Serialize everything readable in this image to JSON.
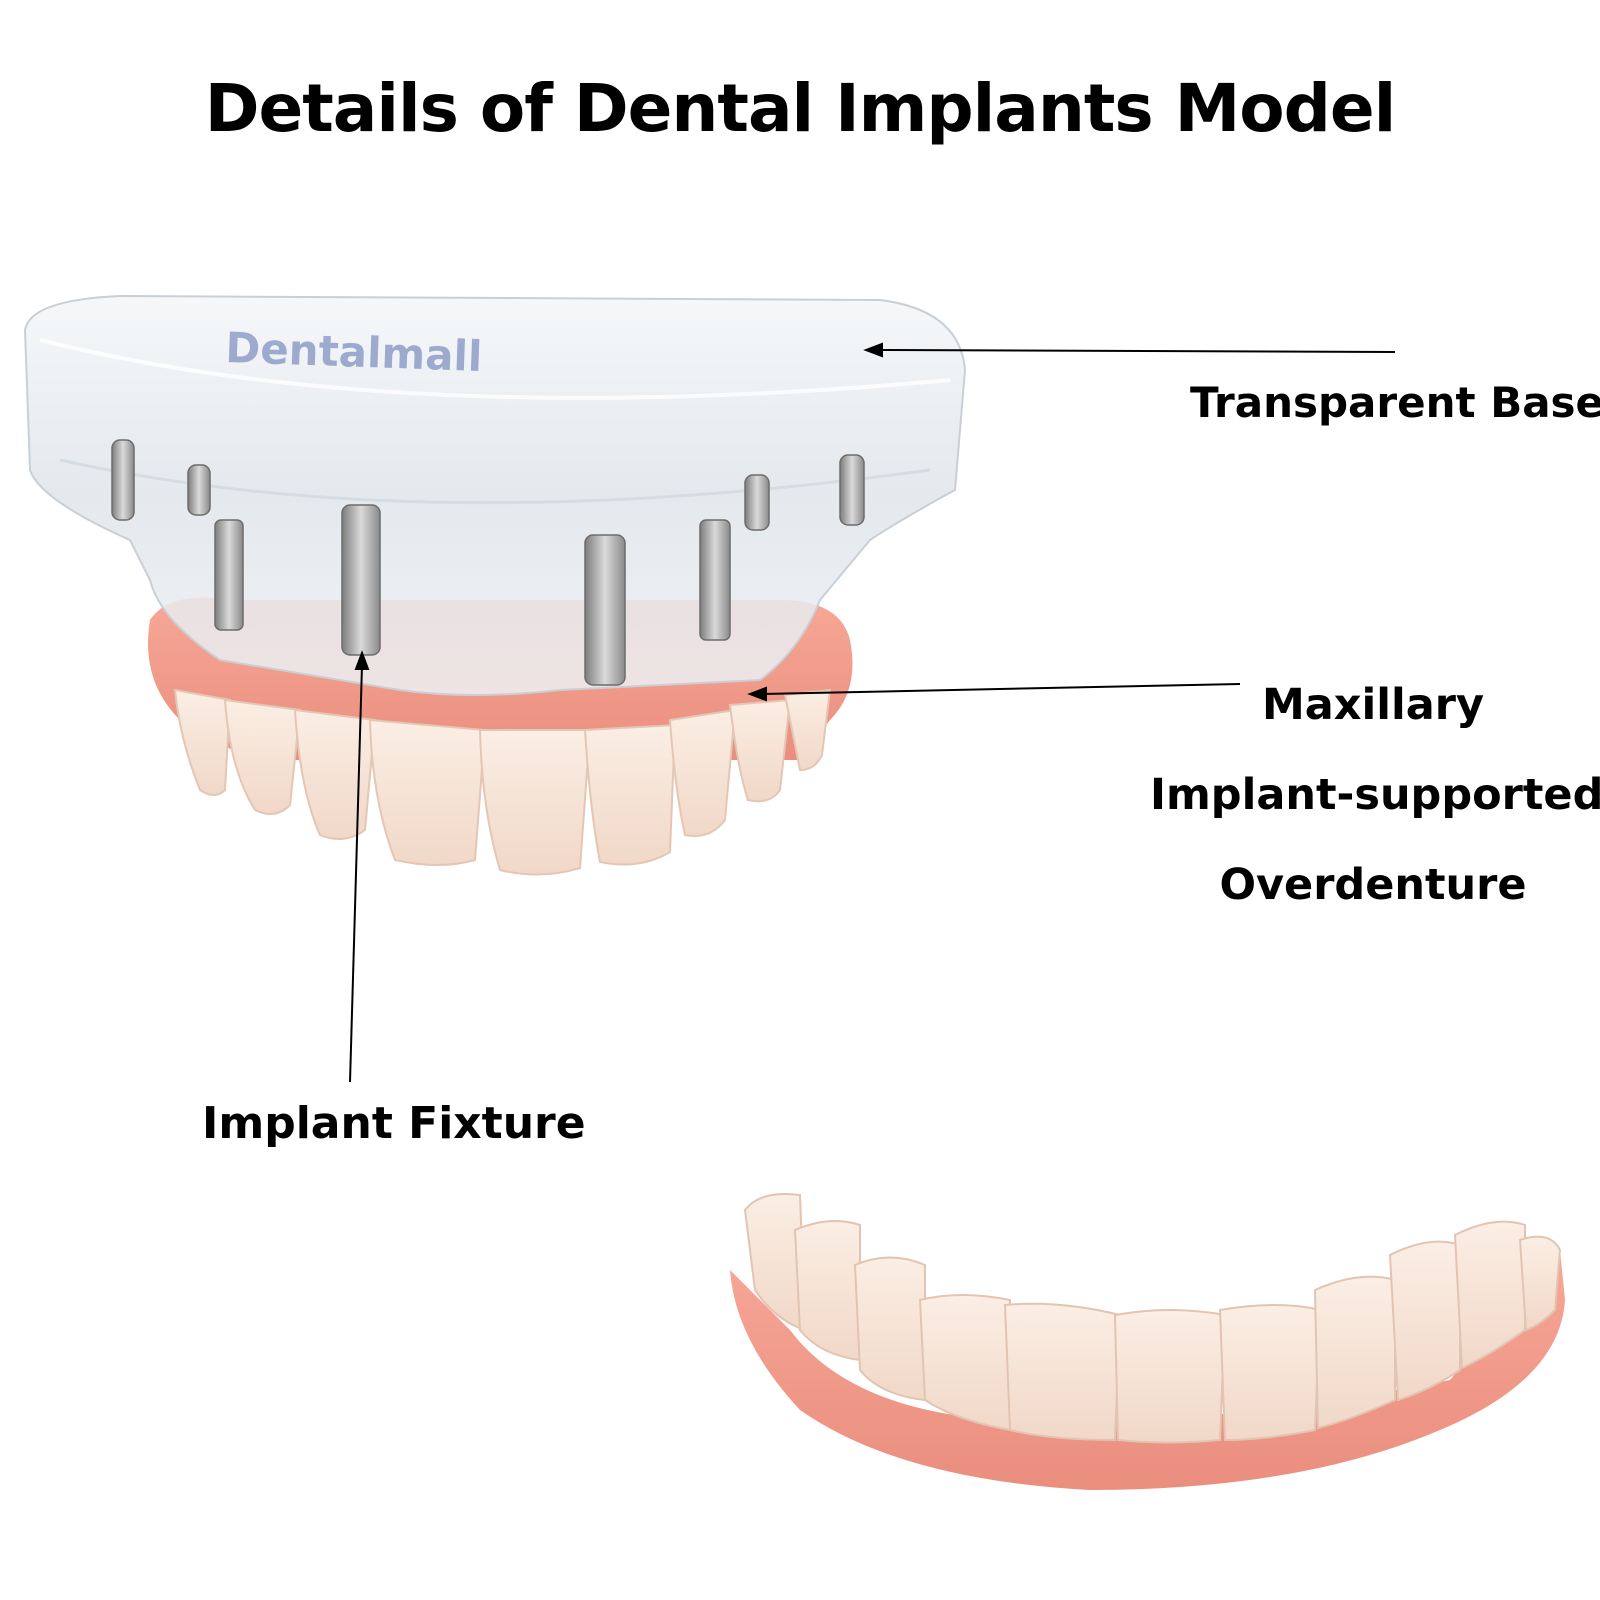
{
  "title": "Details of Dental Implants Model",
  "brand_watermark": "Dentalmall",
  "callouts": {
    "transparent_base": "Transparent Base",
    "overdenture_line1": "Maxillary",
    "overdenture_line2": "Implant-supported",
    "overdenture_line3": "Overdenture",
    "implant_fixture": "Implant Fixture"
  },
  "colors": {
    "gum": "#f0a090",
    "teeth": "#f6e2d4",
    "acrylic": "#e6ecf0",
    "metal": "#a8a8a8",
    "text": "#000000"
  }
}
